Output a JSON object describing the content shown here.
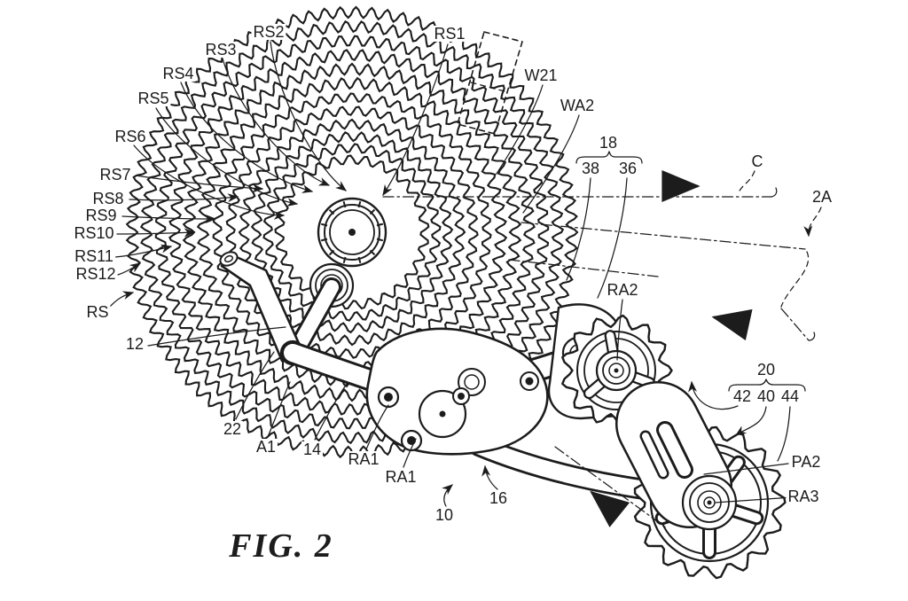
{
  "figure": {
    "caption": "FIG. 2",
    "colors": {
      "ink": "#1c1c1c",
      "paper": "#ffffff"
    },
    "labels": {
      "rs1": "RS1",
      "rs2": "RS2",
      "rs3": "RS3",
      "rs4": "RS4",
      "rs5": "RS5",
      "rs6": "RS6",
      "rs7": "RS7",
      "rs8": "RS8",
      "rs9": "RS9",
      "rs10": "RS10",
      "rs11": "RS11",
      "rs12": "RS12",
      "rs": "RS",
      "w21": "W21",
      "wa2": "WA2",
      "n18": "18",
      "n38": "38",
      "n36": "36",
      "c": "C",
      "sec2a": "2A",
      "ra2": "RA2",
      "n20": "20",
      "n42": "42",
      "n40": "40",
      "n44": "44",
      "pa2": "PA2",
      "ra3": "RA3",
      "n12": "12",
      "n22": "22",
      "a1": "A1",
      "n14": "14",
      "ra1_upper": "RA1",
      "ra1_lower": "RA1",
      "n10": "10",
      "n16": "16"
    }
  }
}
